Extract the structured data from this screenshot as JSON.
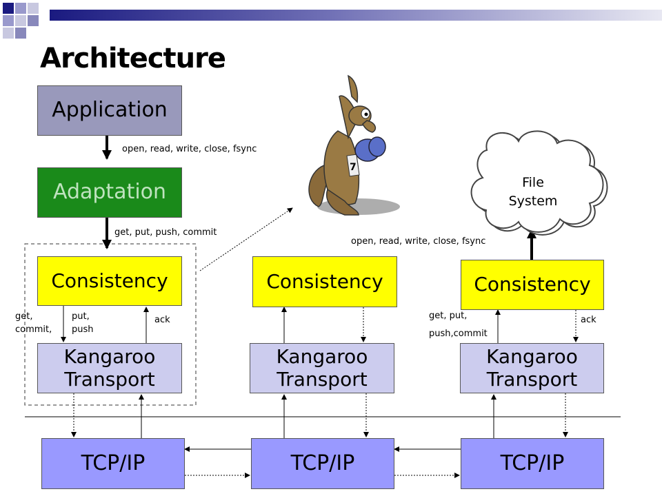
{
  "title": "Architecture",
  "stack_left": {
    "application": "Application",
    "adaptation": "Adaptation",
    "consistency": "Consistency",
    "transport": "Kangaroo Transport",
    "tcp": "TCP/IP"
  },
  "stack_middle": {
    "consistency": "Consistency",
    "transport": "Kangaroo Transport",
    "tcp": "TCP/IP"
  },
  "stack_right": {
    "consistency": "Consistency",
    "transport": "Kangaroo Transport",
    "tcp": "TCP/IP"
  },
  "file_system": "File System",
  "labels": {
    "app_to_adapt": "open, read, write, close, fsync",
    "adapt_to_cons": "get, put, push, commit",
    "fs_ops": "open, read, write, close, fsync",
    "left_get": "get,",
    "left_commit": "commit,",
    "left_put": "put,",
    "left_push": "push",
    "left_ack": "ack",
    "right_getput": "get, put,",
    "right_pushcommit": "push,commit",
    "right_ack": "ack"
  },
  "colors": {
    "application": "#9999bb",
    "adaptation": "#1a8a1a",
    "consistency": "#ffff00",
    "transport": "#ccccee",
    "tcp": "#9999ff"
  },
  "mascot_icon": "boxing-kangaroo-icon"
}
